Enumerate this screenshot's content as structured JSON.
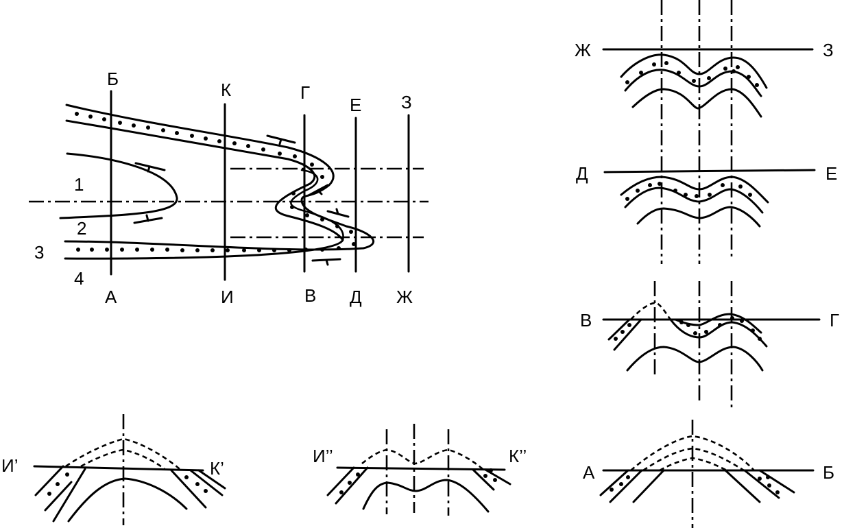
{
  "map": {
    "section_labels": {
      "a": "А",
      "b": "Б",
      "k": "К",
      "i": "И",
      "g": "Г",
      "v": "В",
      "e": "Е",
      "d": "Д",
      "z": "З",
      "zh": "Ж"
    },
    "layer_labels": [
      "1",
      "2",
      "3",
      "4"
    ]
  },
  "sections": {
    "zh_z": {
      "left": "Ж",
      "right": "З"
    },
    "d_e": {
      "left": "Д",
      "right": "Е"
    },
    "v_g": {
      "left": "В",
      "right": "Г"
    },
    "a_b": {
      "left": "А",
      "right": "Б"
    },
    "i1_k1": {
      "left": "И’",
      "right": "К’"
    },
    "i2_k2": {
      "left": "И’’",
      "right": "К’’"
    }
  }
}
